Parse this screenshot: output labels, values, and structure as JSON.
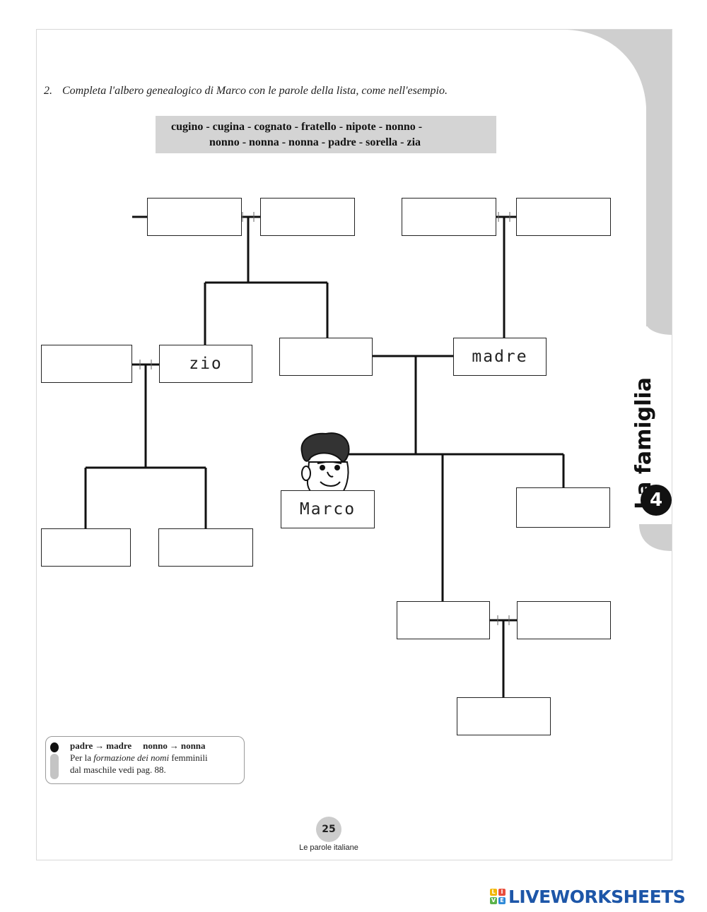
{
  "exercise": {
    "number": "2.",
    "instruction": "Completa l'albero genealogico di Marco con le parole della lista, come nell'esempio."
  },
  "word_list": {
    "line1": "cugino - cugina - cognato - fratello - nipote - nonno -",
    "line2": "nonno - nonna - nonna - padre - sorella - zia"
  },
  "tree": {
    "zio": "zio",
    "madre": "madre",
    "marco": "Marco"
  },
  "chapter_tab": {
    "number": "4",
    "title": "La famiglia"
  },
  "note": {
    "padre": "padre",
    "madre": "madre",
    "nonno": "nonno",
    "nonna": "nonna",
    "arrow": "→",
    "text_before": "Per la ",
    "text_italic": "formazione dei nomi",
    "text_after": " femminili",
    "line3": "dal maschile vedi pag. 88."
  },
  "footer": {
    "page_number": "25",
    "book_title": "Le parole italiane"
  },
  "watermark": {
    "icon_letters": [
      "L",
      "I",
      "V",
      "E"
    ],
    "brand": "LIVEWORKSHEETS"
  }
}
